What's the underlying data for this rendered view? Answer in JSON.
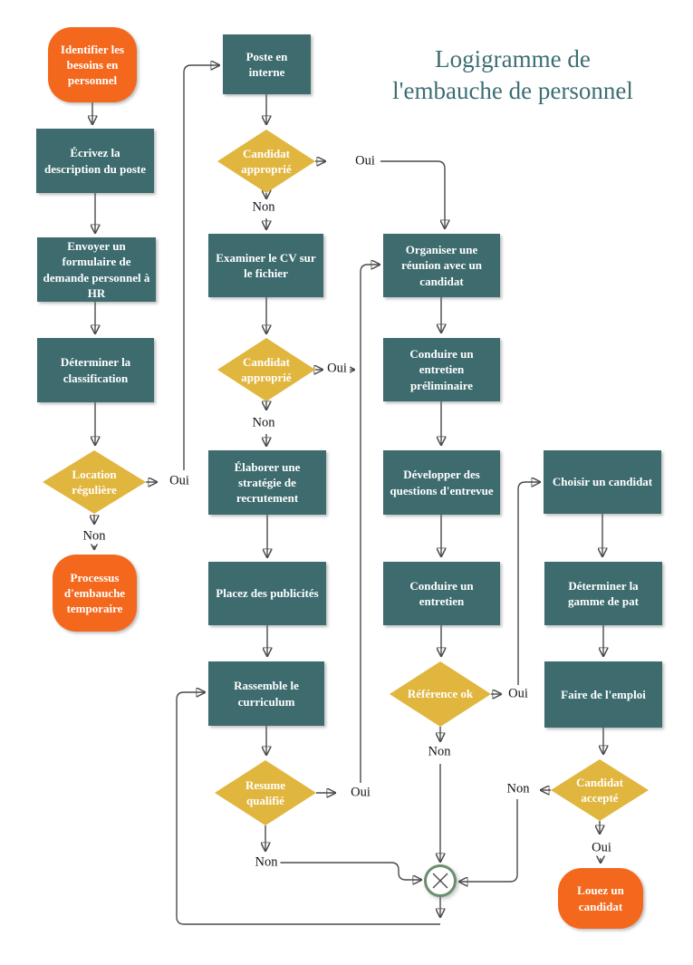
{
  "title": {
    "line1": "Logigramme de",
    "line2": "l'embauche de personnel"
  },
  "colors": {
    "process_fill": "#3d6b6e",
    "terminal_fill": "#f4681d",
    "decision_fill": "#e1b63e",
    "connector": "#4a4a4a",
    "title_text": "#3d6e73",
    "junction_ring": "#6b8f6e",
    "node_text": "#ffffff",
    "label_text": "#141414",
    "background": "#ffffff"
  },
  "nodes": {
    "identify": {
      "type": "terminal",
      "label": "Identifier les besoins en personnel"
    },
    "write_description": {
      "type": "process",
      "label": "Écrivez la description du poste"
    },
    "send_form": {
      "type": "process",
      "label": "Envoyer un formulaire de demande personnel à HR"
    },
    "determine_classification": {
      "type": "process",
      "label": "Déterminer la classification"
    },
    "regular_location": {
      "type": "decision",
      "label": "Location régulière"
    },
    "temp_process": {
      "type": "terminal",
      "label": "Processus d'embauche temporaire"
    },
    "internal_posting": {
      "type": "process",
      "label": "Poste en interne"
    },
    "candidate_suitable_1": {
      "type": "decision",
      "label": "Candidat approprié"
    },
    "examine_cv": {
      "type": "process",
      "label": "Examiner le CV sur le fichier"
    },
    "candidate_suitable_2": {
      "type": "decision",
      "label": "Candidat approprié"
    },
    "develop_strategy": {
      "type": "process",
      "label": "Élaborer une stratégie de recrutement"
    },
    "place_ads": {
      "type": "process",
      "label": "Placez des publicités"
    },
    "collect_resumes": {
      "type": "process",
      "label": "Rassemble le curriculum"
    },
    "resume_qualified": {
      "type": "decision",
      "label": "Resume qualifié"
    },
    "organize_meeting": {
      "type": "process",
      "label": "Organiser une réunion avec un candidat"
    },
    "preliminary_interview": {
      "type": "process",
      "label": "Conduire un entretien préliminaire"
    },
    "develop_questions": {
      "type": "process",
      "label": "Développer des questions d'entrevue"
    },
    "conduct_interview": {
      "type": "process",
      "label": "Conduire un entretien"
    },
    "reference_ok": {
      "type": "decision",
      "label": "Référence ok"
    },
    "choose_candidate": {
      "type": "process",
      "label": "Choisir un candidat"
    },
    "determine_range": {
      "type": "process",
      "label": "Déterminer la gamme de pat"
    },
    "make_offer": {
      "type": "process",
      "label": "Faire de l'emploi"
    },
    "candidate_accepted": {
      "type": "decision",
      "label": "Candidat accepté"
    },
    "hire_candidate": {
      "type": "terminal",
      "label": "Louez un candidat"
    }
  },
  "branch_labels": {
    "location_oui": "Oui",
    "location_non": "Non",
    "suitable1_oui": "Oui",
    "suitable1_non": "Non",
    "suitable2_oui": "Oui",
    "suitable2_non": "Non",
    "resume_oui": "Oui",
    "resume_non": "Non",
    "reference_oui": "Oui",
    "reference_non": "Non",
    "accepted_non": "Non",
    "accepted_oui": "Oui"
  }
}
